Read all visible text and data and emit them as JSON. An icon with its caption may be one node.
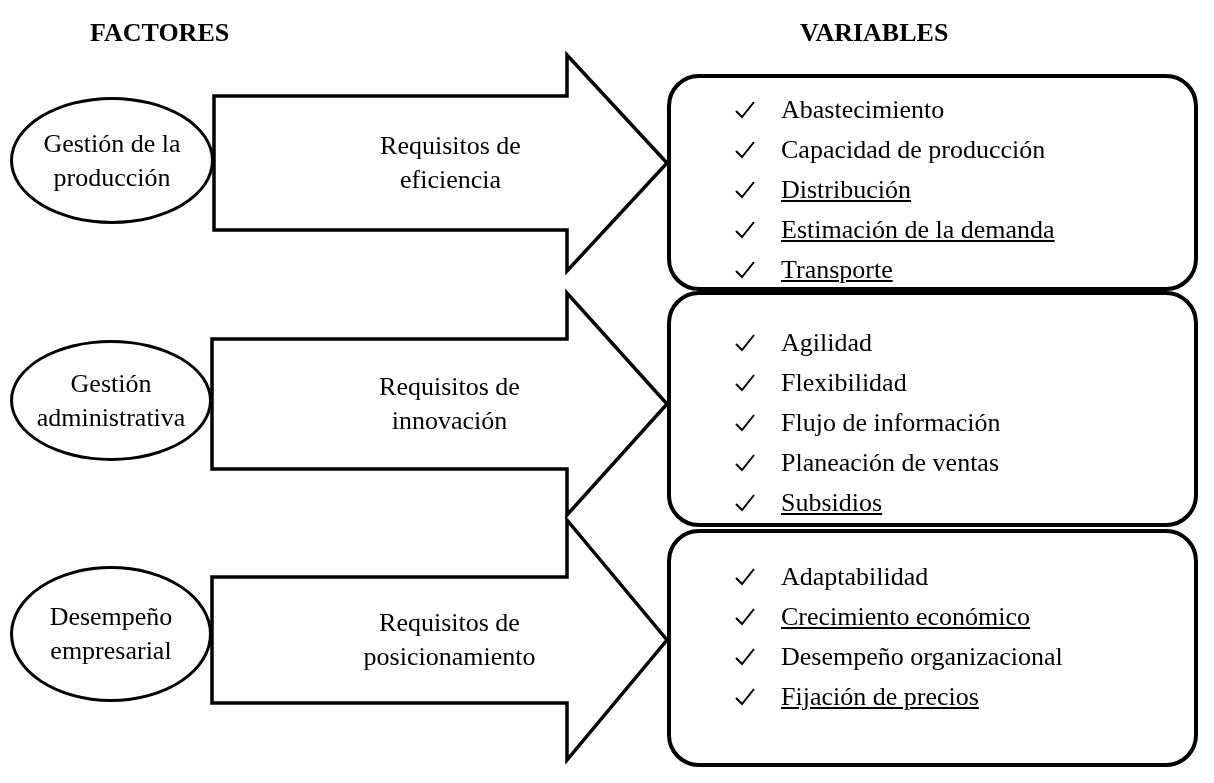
{
  "diagram": {
    "nodes": [
      {
        "text": [
          "Gestión de la producción"
        ]
      },
      {
        "text": [
          "Abastecimiento",
          "Capacidad de producción",
          "Distribución",
          "Estimación de la demanda",
          "Transporte"
        ]
      },
      {
        "text": [
          "Gestión administrativa"
        ]
      },
      {
        "text": [
          "Agilidad",
          "Flexibilidad",
          "Flujo de información",
          "Planeación de ventas",
          "Subsidios"
        ]
      },
      {
        "text": [
          "Desempeño empresarial"
        ]
      },
      {
        "text": [
          "Adaptabilidad",
          "Crecimiento económico",
          "Desempeño organizacional",
          "Fijación de precios"
        ]
      }
    ],
    "edges": [
      {
        "from": 0,
        "to": 1,
        "arrow": "to",
        "label": "Requisitos de eficiencia"
      },
      {
        "from": 2,
        "to": 3,
        "arrow": "to",
        "label": "Requisitos de innovación"
      },
      {
        "from": 4,
        "to": 5,
        "arrow": "to",
        "label": "Requisitos de posicionamiento"
      }
    ],
    "labels": [
      "FACTORES",
      "VARIABLES"
    ]
  }
}
